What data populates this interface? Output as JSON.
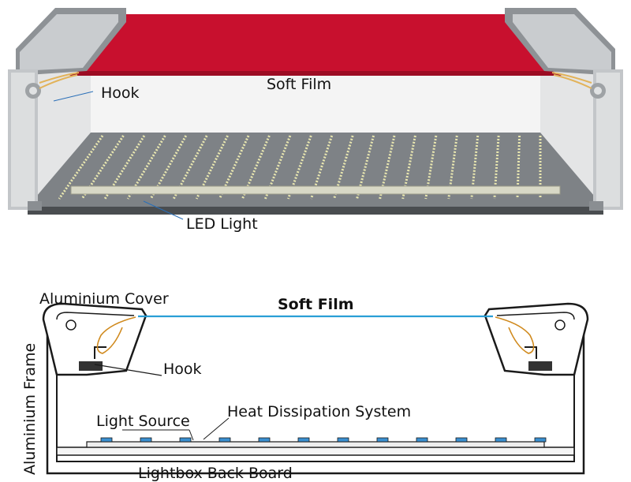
{
  "top_figure": {
    "labels": {
      "soft_film": "Soft Film",
      "hook": "Hook",
      "led_light": "LED Light"
    },
    "film_color": "#c8102e",
    "frame_color": "#b9bcbf",
    "led_strip_color": "#e9e7b0"
  },
  "bottom_figure": {
    "labels": {
      "aluminium_cover": "Aluminium Cover",
      "soft_film": "Soft Film",
      "aluminium_frame": "Aluminium Frame",
      "hook": "Hook",
      "light_source": "Light Source",
      "heat_dissipation_system": "Heat Dissipation System",
      "lightbox_back_board": "Lightbox Back Board"
    },
    "film_color": "#2a9fd6",
    "hook_wire_color": "#d08a1e",
    "led_color": "#3a8fd0"
  }
}
